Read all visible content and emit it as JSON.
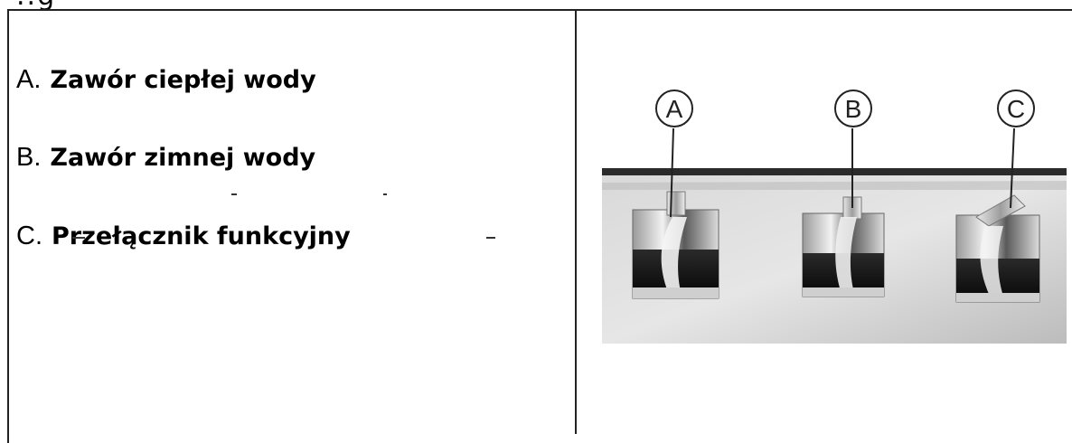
{
  "header": {
    "fragment": "..g"
  },
  "legend": {
    "items": [
      {
        "letter": "A.",
        "text": "Zawór ciepłej wody"
      },
      {
        "letter": "B.",
        "text": "Zawór zimnej wody"
      },
      {
        "letter": "C.",
        "text": "Przełącznik funkcyjny"
      }
    ]
  },
  "photo": {
    "callouts": [
      "A",
      "B",
      "C"
    ]
  }
}
